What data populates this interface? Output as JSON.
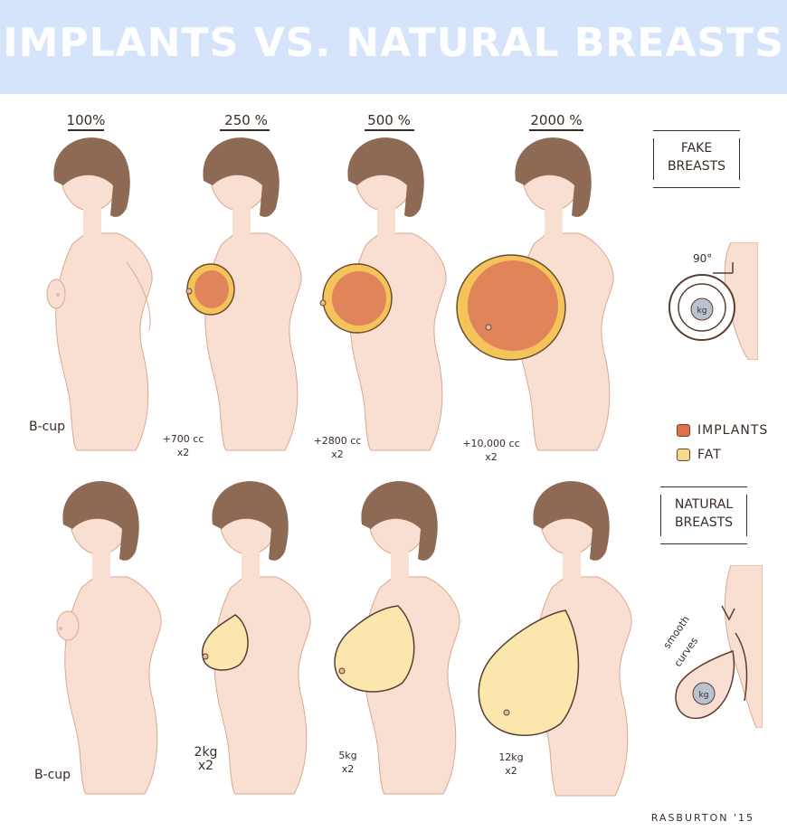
{
  "title": "IMPLANTS VS. NATURAL BREASTS",
  "columns": [
    "100%",
    "250 %",
    "500 %",
    "2000 %"
  ],
  "fake_row": {
    "notes": [
      {
        "line1": "B-cup",
        "line2": ""
      },
      {
        "line1": "+700 cc",
        "line2": "x2"
      },
      {
        "line1": "+2800 cc",
        "line2": "x2"
      },
      {
        "line1": "+10,000 cc",
        "line2": "x2"
      }
    ]
  },
  "natural_row": {
    "notes": [
      {
        "line1": "B-cup",
        "line2": ""
      },
      {
        "line1": "2kg",
        "line2": "x2"
      },
      {
        "line1": "5kg",
        "line2": "x2"
      },
      {
        "line1": "12kg",
        "line2": "x2"
      }
    ]
  },
  "side": {
    "fake_label_1": "FAKE",
    "fake_label_2": "BREASTS",
    "angle_label": "90°",
    "weight_label": "kg",
    "natural_label_1": "NATURAL",
    "natural_label_2": "BREASTS",
    "smooth_label_1": "smooth",
    "smooth_label_2": "curves",
    "weight_label_2": "kg"
  },
  "legend": [
    {
      "label": "IMPLANTS",
      "color": "#e0714a"
    },
    {
      "label": "FAT",
      "color": "#f7d98a"
    }
  ],
  "colors": {
    "skin": "#f9dfd2",
    "skin_shadow": "#f3c7b2",
    "hair": "#8e6a55",
    "outline": "#5a3e30",
    "implant": "#e0845a",
    "implant_ring": "#f4c35a",
    "fat": "#fbe6ad"
  },
  "signature": "RASBURTON '15"
}
